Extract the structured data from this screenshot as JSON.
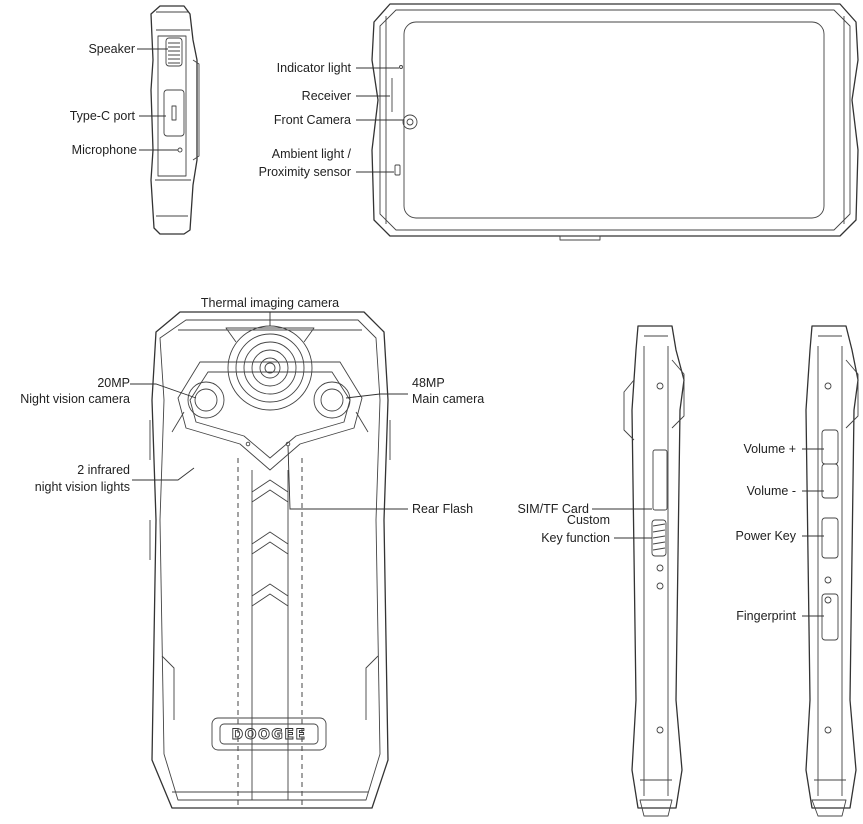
{
  "labels": {
    "speaker": "Speaker",
    "type_c_port": "Type-C port",
    "microphone": "Microphone",
    "indicator_light": "Indicator light",
    "receiver": "Receiver",
    "front_camera": "Front Camera",
    "ambient_light_line1": "Ambient light /",
    "ambient_light_line2": "Proximity sensor",
    "thermal_camera": "Thermal imaging camera",
    "night_cam_line1": "20MP",
    "night_cam_line2": "Night vision camera",
    "main_cam_line1": "48MP",
    "main_cam_line2": "Main camera",
    "ir_lights_line1": "2  infrared",
    "ir_lights_line2": "night vision lights",
    "rear_flash": "Rear Flash",
    "sim_card": "SIM/TF Card",
    "custom_key_line1": "Custom",
    "custom_key_line2": "Key function",
    "volume_up": "Volume +",
    "volume_down": "Volume -",
    "power_key": "Power Key",
    "fingerprint": "Fingerprint"
  },
  "brand_logo": "DOOGEE",
  "colors": {
    "line": "#333333",
    "text": "#222222",
    "background": "#ffffff"
  }
}
